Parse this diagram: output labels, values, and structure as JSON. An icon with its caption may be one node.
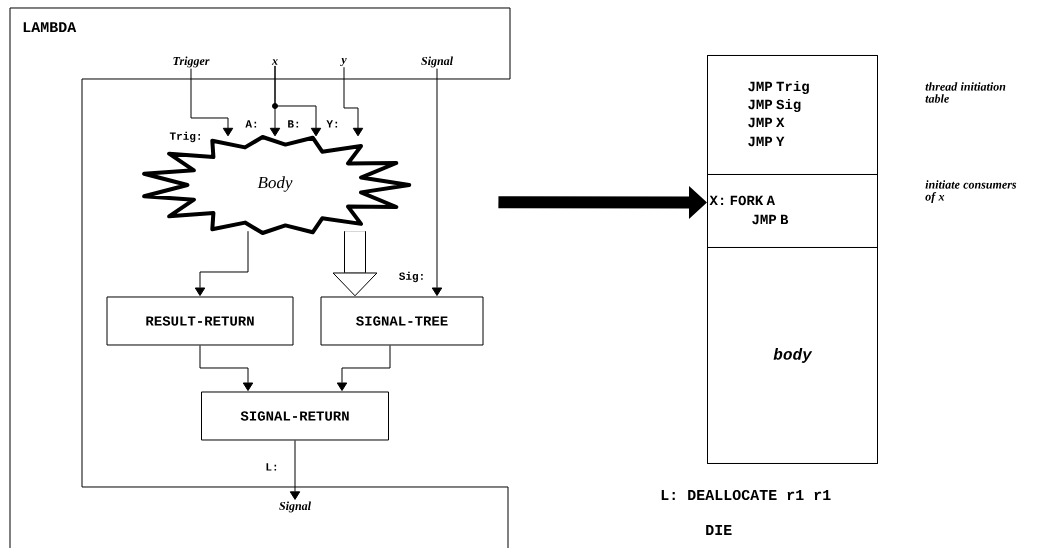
{
  "diagram": {
    "nodes": [
      {
        "text": [
          "LAMBDA"
        ]
      },
      {
        "text": [
          "Trigger"
        ],
        "in": 0
      },
      {
        "text": [
          "x"
        ],
        "in": 0
      },
      {
        "text": [
          "y"
        ],
        "in": 0
      },
      {
        "text": [
          "Signal"
        ],
        "in": 0
      },
      {
        "text": [
          "Body"
        ],
        "in": 0
      },
      {
        "text": [
          "RESULT-RETURN"
        ],
        "in": 0
      },
      {
        "text": [
          "SIGNAL-TREE"
        ],
        "in": 0
      },
      {
        "text": [
          "SIGNAL-RETURN"
        ],
        "in": 0
      },
      {
        "text": [
          "Signal"
        ],
        "in": 0
      },
      {
        "text": [],
        "shape": "box"
      },
      {
        "text": [
          "JMP Trig",
          "JMP Sig",
          "JMP X",
          "JMP Y"
        ],
        "in": 10,
        "beside": [
          "thread initiation table"
        ]
      },
      {
        "text": [
          "X: FORK A",
          "JMP B"
        ],
        "in": 10,
        "beside": [
          "initiate consumers of x"
        ]
      },
      {
        "text": [
          "body"
        ],
        "in": 10
      }
    ],
    "edges": [
      {
        "from": 1,
        "to": 5,
        "arrow": "to",
        "label": "Trig:"
      },
      {
        "from": 2,
        "to": 5,
        "arrow": "to",
        "label": "A:"
      },
      {
        "from": 2,
        "to": 5,
        "arrow": "to",
        "label": "B:"
      },
      {
        "from": 3,
        "to": 5,
        "arrow": "to",
        "label": "Y:"
      },
      {
        "from": 4,
        "to": 7,
        "arrow": "to",
        "label": "Sig:"
      },
      {
        "from": 5,
        "to": 6,
        "arrow": "to"
      },
      {
        "from": 5,
        "to": 7,
        "arrow": "to",
        "style": "thick"
      },
      {
        "from": 6,
        "to": 8,
        "arrow": "to"
      },
      {
        "from": 7,
        "to": 8,
        "arrow": "to"
      },
      {
        "from": 8,
        "to": 9,
        "arrow": "to",
        "label": "L:"
      },
      {
        "from": 0,
        "to": 10,
        "arrow": "to",
        "style": "thick"
      }
    ],
    "labels": [
      "L: DEALLOCATE r1 r1",
      "DIE"
    ]
  }
}
